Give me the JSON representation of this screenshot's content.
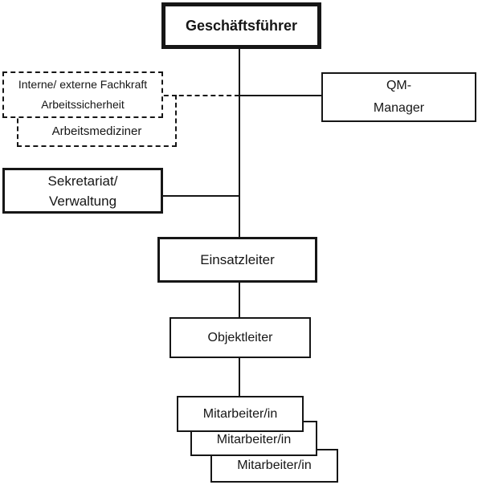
{
  "org_chart": {
    "type": "organizational-chart",
    "language": "de",
    "colors": {
      "ink": "#161616",
      "background": "#ffffff",
      "box_fill": "#ffffff"
    },
    "nodes": {
      "geschaeftsfuehrer": {
        "label": "Geschäftsführer",
        "emphasis": "bold, extra-thick border"
      },
      "fachkraft_arbeitssicherheit": {
        "line1": "Interne/ externe Fachkraft",
        "line2": "Arbeitssicherheit",
        "border": "dashed"
      },
      "arbeitsmediziner": {
        "label": "Arbeitsmediziner",
        "border": "dashed"
      },
      "qm_manager": {
        "line1": "QM-",
        "line2": "Manager"
      },
      "sekretariat_verwaltung": {
        "line1": "Sekretariat/",
        "line2": "Verwaltung"
      },
      "einsatzleiter": {
        "label": "Einsatzleiter",
        "emphasis": "thick border"
      },
      "objektleiter": {
        "label": "Objektleiter"
      },
      "mitarbeiter_1": {
        "label": "Mitarbeiter/in"
      },
      "mitarbeiter_2": {
        "label": "Mitarbeiter/in"
      },
      "mitarbeiter_3": {
        "label": "Mitarbeiter/in"
      }
    },
    "edges": [
      {
        "from": "geschaeftsfuehrer",
        "to": "einsatzleiter",
        "style": "solid"
      },
      {
        "from": "geschaeftsfuehrer",
        "to": "qm_manager",
        "style": "solid"
      },
      {
        "from": "geschaeftsfuehrer",
        "to": "sekretariat_verwaltung",
        "style": "solid"
      },
      {
        "from": "geschaeftsfuehrer",
        "to": "fachkraft_arbeitssicherheit",
        "style": "dashed"
      },
      {
        "from": "einsatzleiter",
        "to": "objektleiter",
        "style": "solid"
      },
      {
        "from": "objektleiter",
        "to": "mitarbeiter_1",
        "style": "solid"
      }
    ]
  }
}
